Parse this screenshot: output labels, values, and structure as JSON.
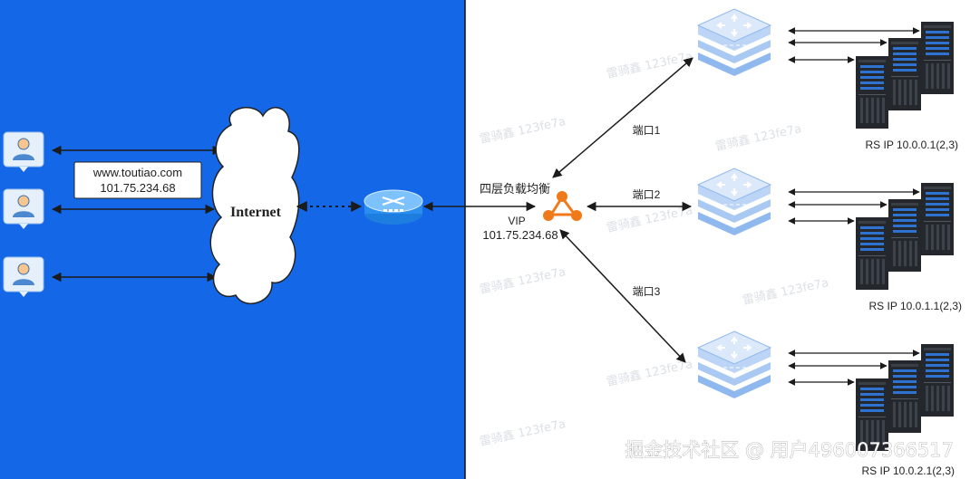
{
  "domain_block": {
    "client_dns": {
      "line1": "www.toutiao.com",
      "line2": "101.75.234.68"
    },
    "internet_label": "Internet"
  },
  "load_balancer": {
    "title": "四层负载均衡",
    "vip_label": "VIP",
    "vip_address": "101.75.234.68"
  },
  "ports": [
    {
      "label": "端口1"
    },
    {
      "label": "端口2"
    },
    {
      "label": "端口3"
    }
  ],
  "real_servers": [
    {
      "label": "RS IP 10.0.0.1(2,3)"
    },
    {
      "label": "RS IP 10.0.1.1(2,3)"
    },
    {
      "label": "RS IP 10.0.2.1(2,3)"
    }
  ],
  "watermark": {
    "footer": "掘金技术社区 @ 用户496007366517",
    "repeat": "雷骑鑫 123fe7a"
  },
  "colors": {
    "left_panel": "#1467e6",
    "switch_top": "#dbe9fb",
    "switch_side": "#8fb8ef",
    "lb_orange": "#f07a1a",
    "server_dark": "#24272c"
  },
  "icons": {
    "user": "user-icon",
    "router": "router-icon",
    "cloud": "cloud-icon",
    "switch": "switch-icon",
    "server": "server-icon",
    "load_balancer": "load-balancer-icon"
  }
}
